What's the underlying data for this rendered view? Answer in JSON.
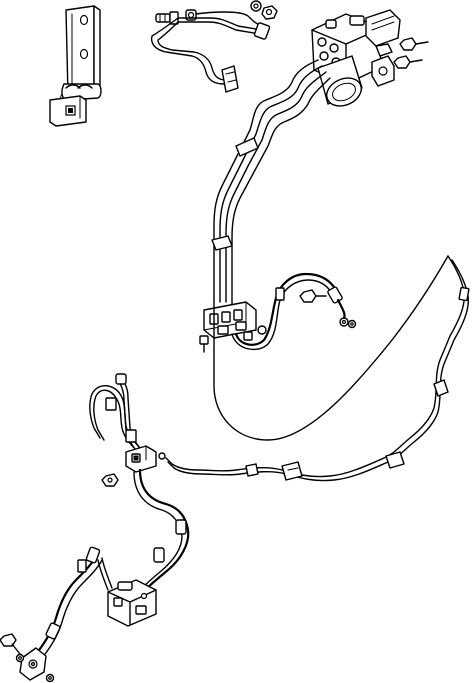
{
  "diagram": {
    "background": "#ffffff",
    "line_color": "#000000",
    "components": [
      "mounting-bracket",
      "abs-hydraulic-control-unit",
      "brake-tube-assembly-upper",
      "rear-brake-hose",
      "front-brake-hose",
      "brake-line-junction-block",
      "brake-line-clips",
      "bolts",
      "nuts",
      "sealing-washers"
    ]
  }
}
